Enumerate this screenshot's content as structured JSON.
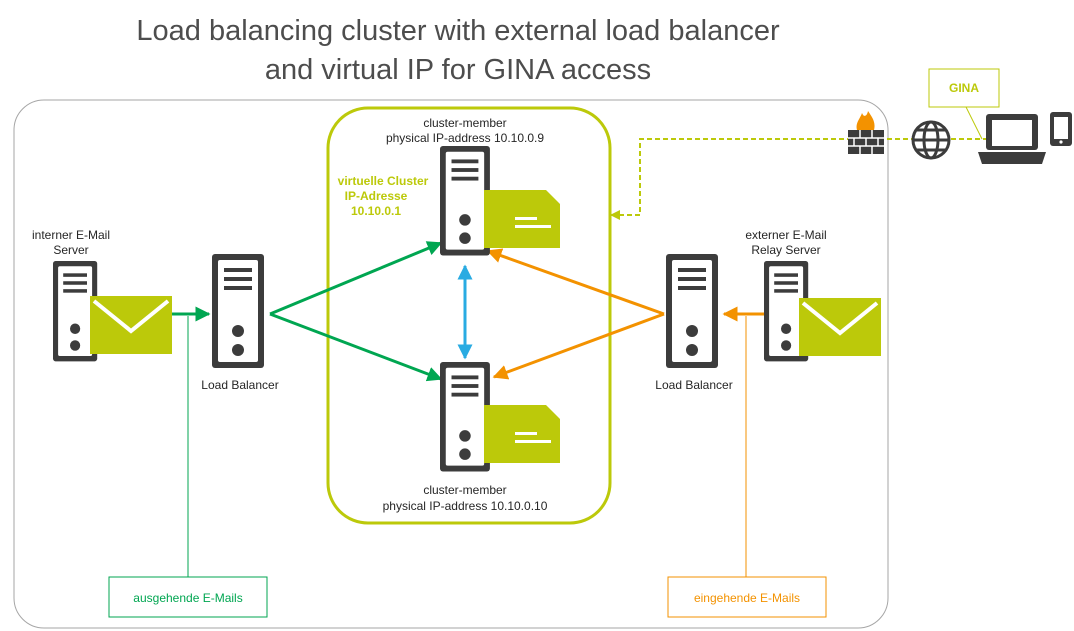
{
  "title": {
    "line1": "Load balancing cluster with external load balancer",
    "line2": "and virtual IP for GINA access"
  },
  "cluster_member_top": {
    "name": "cluster-member",
    "ip": "physical IP-address  10.10.0.9"
  },
  "cluster_member_bottom": {
    "name": "cluster-member",
    "ip": "physical IP-address  10.10.0.10"
  },
  "virtual_cluster": {
    "line1": "virtuelle Cluster",
    "line2": "IP-Adresse",
    "line3": "10.10.0.1"
  },
  "internal_server": {
    "line1": "interner  E-Mail",
    "line2": "Server"
  },
  "external_server": {
    "line1": "externer  E-Mail",
    "line2": "Relay Server"
  },
  "load_balancer_left": "Load Balancer",
  "load_balancer_right": "Load Balancer",
  "gina": "GINA",
  "outgoing_label": "ausgehende  E-Mails",
  "incoming_label": "eingehende  E-Mails",
  "colors": {
    "green": "#00a651",
    "orange": "#f39200",
    "blue": "#29abe2",
    "lime": "#bcc90a",
    "dark": "#3c3c3c"
  },
  "icons": [
    "firewall-icon",
    "globe-icon",
    "laptop-icon",
    "mobile-icon",
    "server-icon",
    "mail-icon"
  ]
}
